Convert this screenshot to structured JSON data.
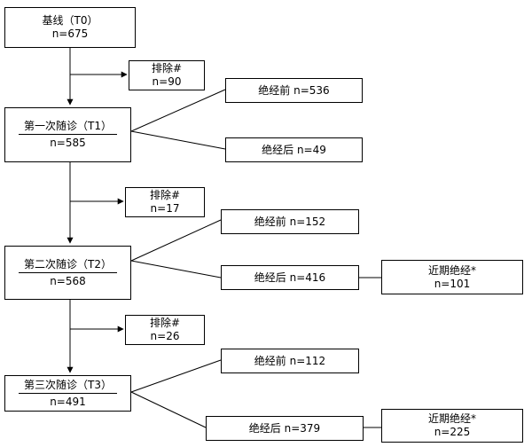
{
  "nodes": {
    "baseline": {
      "title": "基线（T0）",
      "count": "n=675"
    },
    "exclude_1": {
      "title": "排除#",
      "count": "n=90"
    },
    "followup_1": {
      "title": "第一次随诊（T1）",
      "count": "n=585"
    },
    "pre_1": {
      "label": "绝经前  n=536"
    },
    "post_1": {
      "label": "绝经后  n=49"
    },
    "exclude_2": {
      "title": "排除#",
      "count": "n=17"
    },
    "followup_2": {
      "title": "第二次随诊（T2）",
      "count": "n=568"
    },
    "pre_2": {
      "label": "绝经前  n=152"
    },
    "post_2": {
      "label": "绝经后  n=416"
    },
    "recent_2": {
      "title": "近期绝经*",
      "count": "n=101"
    },
    "exclude_3": {
      "title": "排除#",
      "count": "n=26"
    },
    "followup_3": {
      "title": "第三次随诊（T3）",
      "count": "n=491"
    },
    "pre_3": {
      "label": "绝经前  n=112"
    },
    "post_3": {
      "label": "绝经后  n=379"
    },
    "recent_3": {
      "title": "近期绝经*",
      "count": "n=225"
    }
  }
}
